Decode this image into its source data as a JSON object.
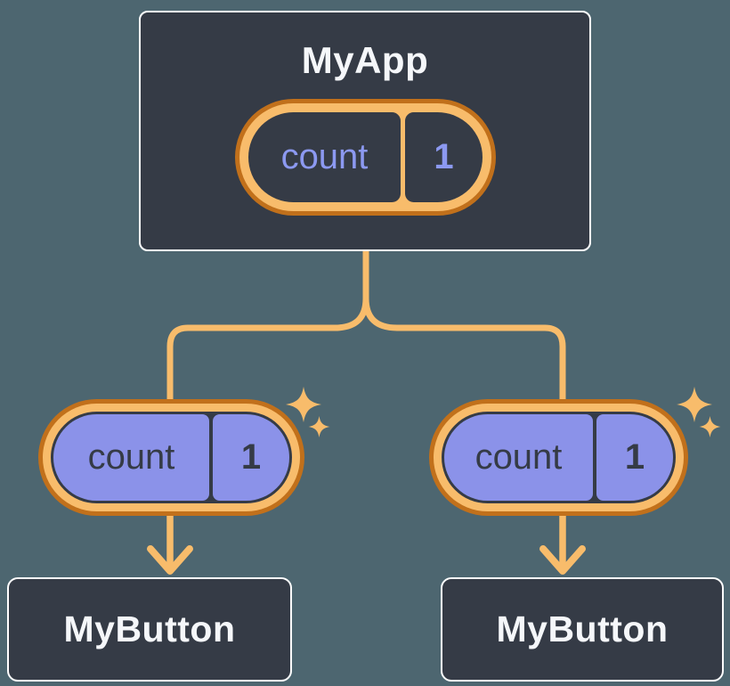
{
  "diagram": {
    "background_color": "#4D6670",
    "node_fill_color": "#353B46",
    "node_border_color": "#FFFFFF",
    "wire_color": "#F8BC6B",
    "orange_dark_color": "#C1701B",
    "lavender_color": "#8B92E9",
    "state_text_color": "#8C99F1",
    "root": {
      "label": "MyApp",
      "state": {
        "name": "count",
        "value": "1"
      }
    },
    "children": [
      {
        "label": "MyButton",
        "prop": {
          "name": "count",
          "value": "1"
        }
      },
      {
        "label": "MyButton",
        "prop": {
          "name": "count",
          "value": "1"
        }
      }
    ]
  }
}
